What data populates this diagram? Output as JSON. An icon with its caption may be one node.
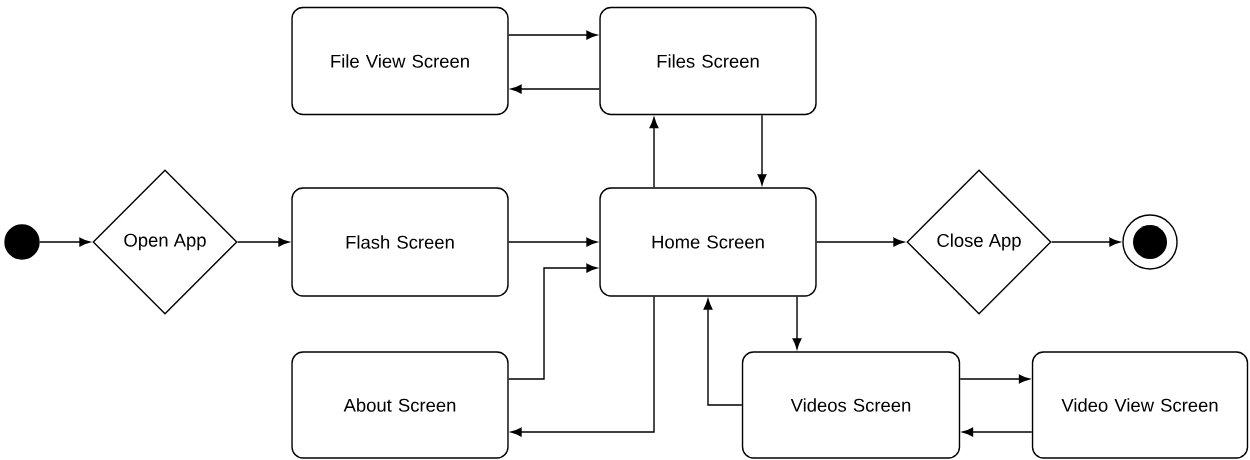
{
  "diagram": {
    "nodes": [
      {
        "text": [],
        "shape": "circle"
      },
      {
        "text": [
          "Open App"
        ]
      },
      {
        "text": [
          "Flash Screen"
        ]
      },
      {
        "text": [
          "File View Screen"
        ]
      },
      {
        "text": [
          "Files Screen"
        ]
      },
      {
        "text": [
          "Home Screen"
        ]
      },
      {
        "text": [
          "Close App"
        ]
      },
      {
        "text": [],
        "shape": "circle"
      },
      {
        "text": [
          "About Screen"
        ]
      },
      {
        "text": [
          "Videos Screen"
        ]
      },
      {
        "text": [
          "Video View Screen"
        ]
      }
    ],
    "edges": [
      {
        "from": 0,
        "to": 1,
        "arrow": "to"
      },
      {
        "from": 1,
        "to": 2,
        "arrow": "to"
      },
      {
        "from": 2,
        "to": 5,
        "arrow": "to"
      },
      {
        "from": 5,
        "to": 6,
        "arrow": "to"
      },
      {
        "from": 6,
        "to": 7,
        "arrow": "to"
      },
      {
        "from": 3,
        "to": 4,
        "arrow": "to"
      },
      {
        "from": 4,
        "to": 3,
        "arrow": "to"
      },
      {
        "from": 5,
        "to": 4,
        "arrow": "to"
      },
      {
        "from": 4,
        "to": 5,
        "arrow": "to"
      },
      {
        "from": 8,
        "to": 5,
        "arrow": "to"
      },
      {
        "from": 5,
        "to": 8,
        "arrow": "to"
      },
      {
        "from": 5,
        "to": 9,
        "arrow": "to"
      },
      {
        "from": 9,
        "to": 5,
        "arrow": "to"
      },
      {
        "from": 9,
        "to": 10,
        "arrow": "to"
      },
      {
        "from": 10,
        "to": 9,
        "arrow": "to"
      }
    ]
  }
}
